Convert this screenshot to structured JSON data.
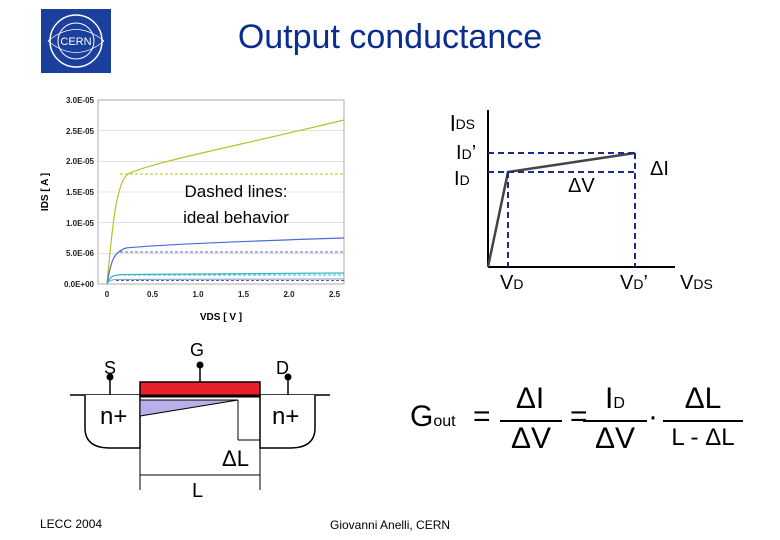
{
  "slide": {
    "title": "Output conductance",
    "footer_left": "LECC 2004",
    "footer_center": "Giovanni Anelli, CERN",
    "logo_text": "CERN"
  },
  "graph": {
    "annotation_line1": "Dashed lines:",
    "annotation_line2": "ideal behavior",
    "y_label": "IDS [ A ]",
    "x_label": "VDS [ V ]",
    "y_ticks": [
      "0.0E+00",
      "5.0E-06",
      "1.0E-05",
      "1.5E-05",
      "2.0E-05",
      "2.5E-05",
      "3.0E-05"
    ],
    "x_ticks": [
      "0",
      "0.5",
      "1.0",
      "1.5",
      "2.0",
      "2.5"
    ]
  },
  "iv_diagram": {
    "label_ids": "IDS",
    "label_id_prime": "ID’",
    "label_id": "ID",
    "label_delta_v": "ΔV",
    "label_delta_i": "ΔI",
    "label_vd": "VD",
    "label_vd_prime": "VD’",
    "label_vds": "VDS"
  },
  "mosfet": {
    "label_s": "S",
    "label_g": "G",
    "label_d": "D",
    "label_nplus_left": "n+",
    "label_nplus_right": "n+",
    "label_delta_l": "ΔL",
    "label_l": "L"
  },
  "formula": {
    "g": "G",
    "out": "out",
    "num1": "ΔI",
    "den1": "ΔV",
    "num2": "ID",
    "den2": "ΔV",
    "num3": "ΔL",
    "den3": "L - ΔL"
  },
  "colors": {
    "title": "#0b2d8f",
    "gate": "#e8202a",
    "channel": "#b8b0e8",
    "curve_yellow": "#b5c225",
    "curve_blue": "#4a6bd6",
    "curve_cyan": "#35b8c0",
    "dashed": "#1d2a8a"
  }
}
